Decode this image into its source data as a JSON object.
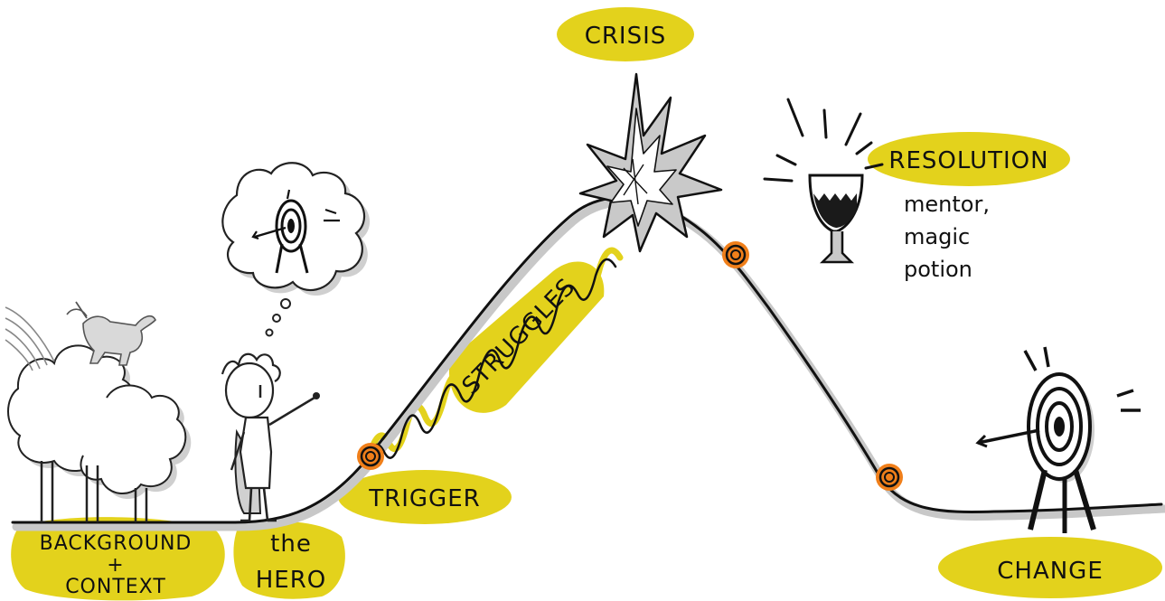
{
  "labels": {
    "crisis": "CRISIS",
    "resolution": "RESOLUTION",
    "resolution_note_1": "mentor,",
    "resolution_note_2": "magic",
    "resolution_note_3": "potion",
    "struggles": "STRUGGLES",
    "trigger": "TRIGGER",
    "background_1": "BACKGROUND",
    "background_plus": "+",
    "background_2": "CONTEXT",
    "hero_1": "the",
    "hero_2": "HERO",
    "change": "CHANGE"
  },
  "icons": {
    "trees": "trees-icon",
    "unicorn": "unicorn-icon",
    "hero": "hero-figure-icon",
    "thought_bubble": "thought-bubble-icon",
    "target": "target-icon",
    "explosion": "crisis-explosion-icon",
    "chalice": "chalice-icon"
  },
  "colors": {
    "highlight": "#e3d21c",
    "ink": "#111111",
    "shadow": "#bdbdbd",
    "milestone": "#f07f1a"
  }
}
